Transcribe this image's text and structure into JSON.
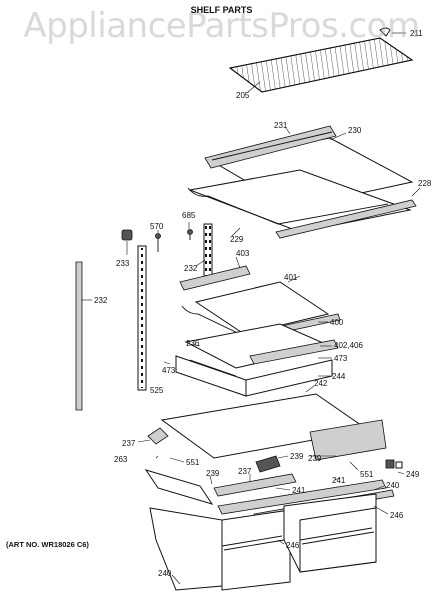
{
  "watermark": "AppliancePartsPros.com",
  "title": "SHELF PARTS",
  "art_no": "(ART NO. WR18026 C6)",
  "callouts": [
    "211",
    "205",
    "231",
    "230",
    "228",
    "685",
    "229",
    "570",
    "233",
    "232",
    "403",
    "401",
    "232",
    "400",
    "236",
    "402,406",
    "473",
    "473",
    "244",
    "525",
    "242",
    "237",
    "263",
    "551",
    "239",
    "239",
    "239",
    "237",
    "551",
    "249",
    "241",
    "241",
    "240",
    "246",
    "246",
    "240"
  ]
}
